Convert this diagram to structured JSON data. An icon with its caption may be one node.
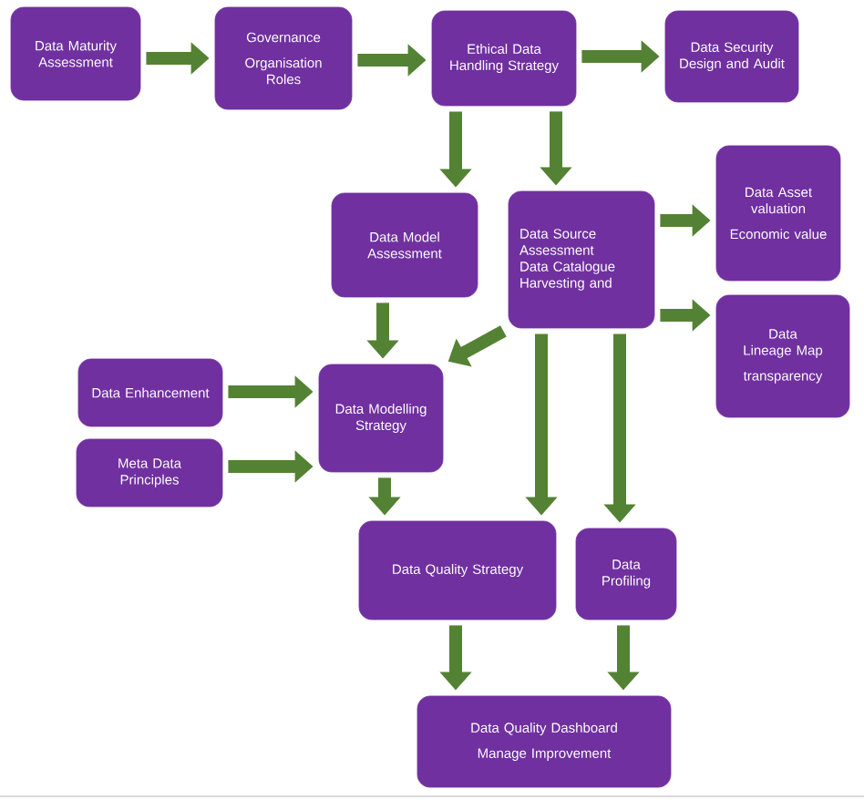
{
  "diagram": {
    "nodes": [
      {
        "text": [
          "Data Maturity Assessment"
        ]
      },
      {
        "text": [
          "Governance",
          "Organisation Roles"
        ]
      },
      {
        "text": [
          "Ethical Data Handling Strategy"
        ]
      },
      {
        "text": [
          "Data Security Design and Audit"
        ]
      },
      {
        "text": [
          "Data Model Assessment"
        ]
      },
      {
        "text": [
          "Data Source Assessment Data Catalogue Harvesting and"
        ]
      },
      {
        "text": [
          "Data Asset valuation",
          "Economic value"
        ]
      },
      {
        "text": [
          "Data Lineage Map",
          "transparency"
        ]
      },
      {
        "text": [
          "Data Enhancement"
        ]
      },
      {
        "text": [
          "Meta Data Principles"
        ]
      },
      {
        "text": [
          "Data Modelling Strategy"
        ]
      },
      {
        "text": [
          "Data Quality Strategy"
        ]
      },
      {
        "text": [
          "Data Profiling"
        ]
      },
      {
        "text": [
          "Data Quality Dashboard",
          "Manage Improvement"
        ]
      }
    ],
    "edges": [
      {
        "from": 0,
        "to": 1,
        "arrow": "to"
      },
      {
        "from": 1,
        "to": 2,
        "arrow": "to"
      },
      {
        "from": 2,
        "to": 3,
        "arrow": "to"
      },
      {
        "from": 2,
        "to": 4,
        "arrow": "to"
      },
      {
        "from": 2,
        "to": 5,
        "arrow": "to"
      },
      {
        "from": 5,
        "to": 6,
        "arrow": "to"
      },
      {
        "from": 5,
        "to": 7,
        "arrow": "to"
      },
      {
        "from": 5,
        "to": 10,
        "arrow": "to"
      },
      {
        "from": 4,
        "to": 10,
        "arrow": "to"
      },
      {
        "from": 8,
        "to": 10,
        "arrow": "to"
      },
      {
        "from": 9,
        "to": 10,
        "arrow": "to"
      },
      {
        "from": 10,
        "to": 11,
        "arrow": "to"
      },
      {
        "from": 5,
        "to": 11,
        "arrow": "to"
      },
      {
        "from": 5,
        "to": 12,
        "arrow": "to"
      },
      {
        "from": 11,
        "to": 13,
        "arrow": "to"
      },
      {
        "from": 12,
        "to": 13,
        "arrow": "to"
      }
    ]
  }
}
